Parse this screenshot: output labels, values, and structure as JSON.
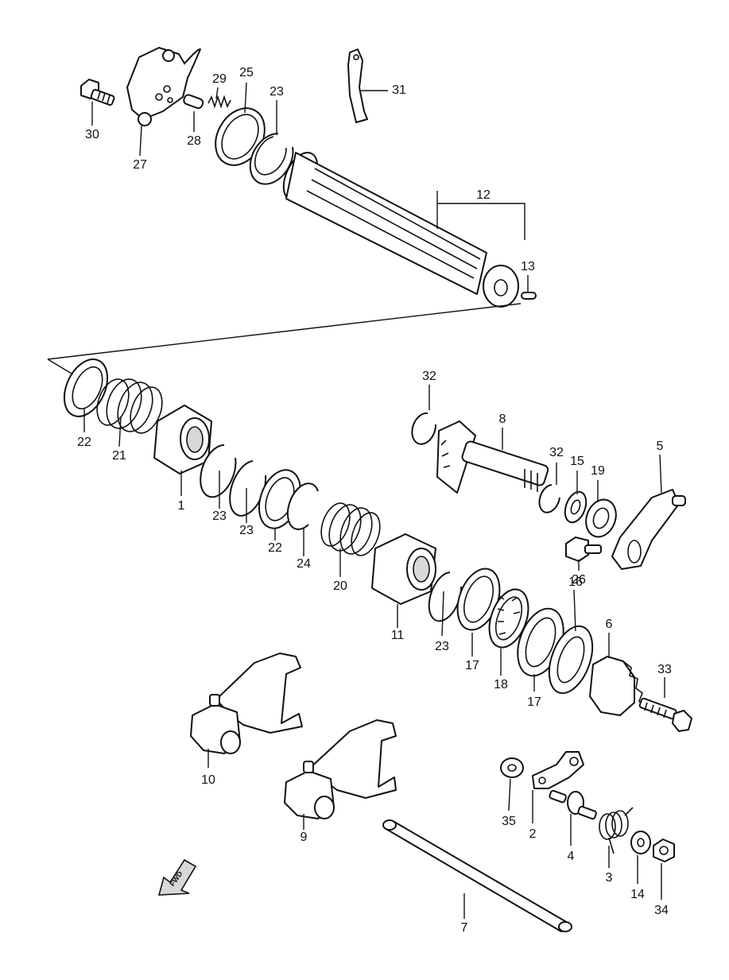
{
  "callouts": [
    {
      "id": "30",
      "label": "30"
    },
    {
      "id": "27",
      "label": "27"
    },
    {
      "id": "29",
      "label": "29"
    },
    {
      "id": "28",
      "label": "28"
    },
    {
      "id": "25",
      "label": "25"
    },
    {
      "id": "23a",
      "label": "23"
    },
    {
      "id": "31",
      "label": "31"
    },
    {
      "id": "12",
      "label": "12"
    },
    {
      "id": "13",
      "label": "13"
    },
    {
      "id": "22a",
      "label": "22"
    },
    {
      "id": "21",
      "label": "21"
    },
    {
      "id": "1",
      "label": "1"
    },
    {
      "id": "23b",
      "label": "23"
    },
    {
      "id": "23c",
      "label": "23"
    },
    {
      "id": "22b",
      "label": "22"
    },
    {
      "id": "24",
      "label": "24"
    },
    {
      "id": "20",
      "label": "20"
    },
    {
      "id": "11",
      "label": "11"
    },
    {
      "id": "32a",
      "label": "32"
    },
    {
      "id": "8",
      "label": "8"
    },
    {
      "id": "32b",
      "label": "32"
    },
    {
      "id": "15",
      "label": "15"
    },
    {
      "id": "19",
      "label": "19"
    },
    {
      "id": "5",
      "label": "5"
    },
    {
      "id": "26",
      "label": "26"
    },
    {
      "id": "23d",
      "label": "23"
    },
    {
      "id": "17a",
      "label": "17"
    },
    {
      "id": "18",
      "label": "18"
    },
    {
      "id": "16",
      "label": "16"
    },
    {
      "id": "17b",
      "label": "17"
    },
    {
      "id": "6",
      "label": "6"
    },
    {
      "id": "33",
      "label": "33"
    },
    {
      "id": "10",
      "label": "10"
    },
    {
      "id": "9",
      "label": "9"
    },
    {
      "id": "35",
      "label": "35"
    },
    {
      "id": "2",
      "label": "2"
    },
    {
      "id": "4",
      "label": "4"
    },
    {
      "id": "3",
      "label": "3"
    },
    {
      "id": "14",
      "label": "14"
    },
    {
      "id": "34",
      "label": "34"
    },
    {
      "id": "7",
      "label": "7"
    }
  ],
  "fwd_label": "FWD",
  "icons": [
    "fwd-arrow-icon"
  ]
}
